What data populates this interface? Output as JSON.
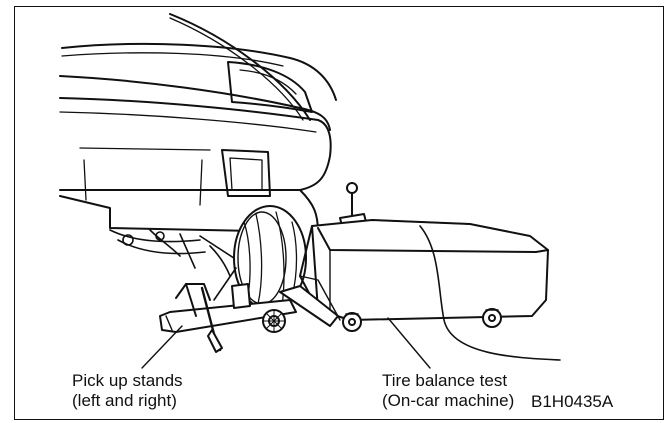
{
  "labels": {
    "stands_line1": "Pick up stands",
    "stands_line2": "(left and right)",
    "tire_line1": "Tire balance test",
    "tire_line2": "(On-car machine)",
    "figure_code": "B1H0435A"
  },
  "colors": {
    "ink": "#111111",
    "paper": "#ffffff"
  }
}
